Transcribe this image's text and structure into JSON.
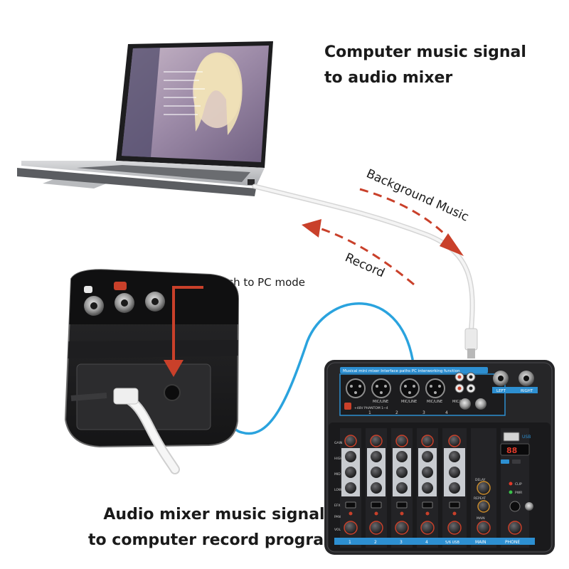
{
  "headings": {
    "top_line1": "Computer music signal",
    "top_line2": "to audio mixer",
    "bottom_line1": "Audio mixer music signal",
    "bottom_line2": "to computer record program"
  },
  "labels": {
    "background_music": "Background Music",
    "record": "Record",
    "switch_pc_mode": "Switch to PC mode"
  },
  "mixer": {
    "top_strip": "Musical mini mixer Interface paths PC interworking function",
    "input_labels": [
      "MIC/LINE",
      "MIC/LINE",
      "MIC/LINE",
      "MIC/LINE"
    ],
    "phantom": "+48V PHANTOM 1~4",
    "channel_nums": [
      "1",
      "2",
      "3",
      "4"
    ],
    "channel_strips": [
      "1",
      "2",
      "3",
      "4",
      "5/6 USB",
      "MAIN",
      "PHONE"
    ],
    "output_left": "LEFT",
    "output_right": "RIGHT",
    "usb_label": "USB",
    "display_value": "88",
    "knob_labels": [
      "GAIN",
      "HIGH",
      "MID",
      "LOW",
      "EFX",
      "PAN",
      "VOL"
    ],
    "side_labels": [
      "DELAY",
      "REPEAT",
      "MAIN",
      "CLIP",
      "PWR"
    ]
  },
  "colors": {
    "arrow_red": "#c9402a",
    "cable_blue": "#2aa3de",
    "mixer_body": "#262628",
    "mixer_blue": "#2d8fd1",
    "cable_white": "#f2f2f2"
  }
}
